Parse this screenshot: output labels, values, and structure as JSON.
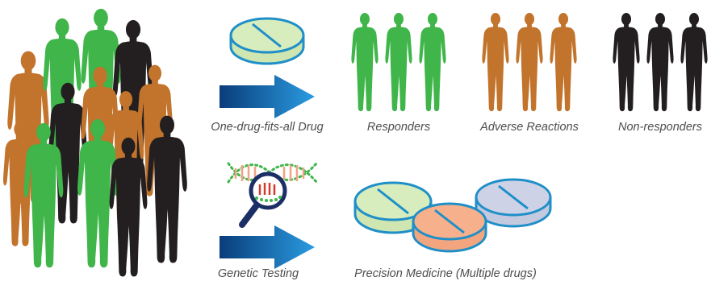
{
  "captions": {
    "one_drug": "One-drug-fits-all Drug",
    "responders": "Responders",
    "adverse": "Adverse Reactions",
    "non_responders": "Non-responders",
    "genetic_testing": "Genetic Testing",
    "precision_medicine": "Precision Medicine (Multiple drugs)"
  },
  "colors": {
    "responder": "#3fb54a",
    "adverse": "#c2732c",
    "non_responder": "#231f20",
    "arrow_start": "#0a3d7a",
    "arrow_end": "#2a9be0",
    "pill_green": "#cfe6b0",
    "pill_orange": "#f2a57e",
    "pill_blue": "#c3c9df",
    "pill_outline": "#1f8fc8"
  },
  "crowd": [
    "adverse",
    "responder",
    "responder",
    "non_responder",
    "adverse",
    "non_responder",
    "adverse",
    "adverse",
    "adverse",
    "responder",
    "responder",
    "non_responder",
    "non_responder"
  ],
  "groups": {
    "responders": [
      "responder",
      "responder",
      "responder"
    ],
    "adverse": [
      "adverse",
      "adverse",
      "adverse"
    ],
    "non_responders": [
      "non_responder",
      "non_responder",
      "non_responder"
    ]
  }
}
